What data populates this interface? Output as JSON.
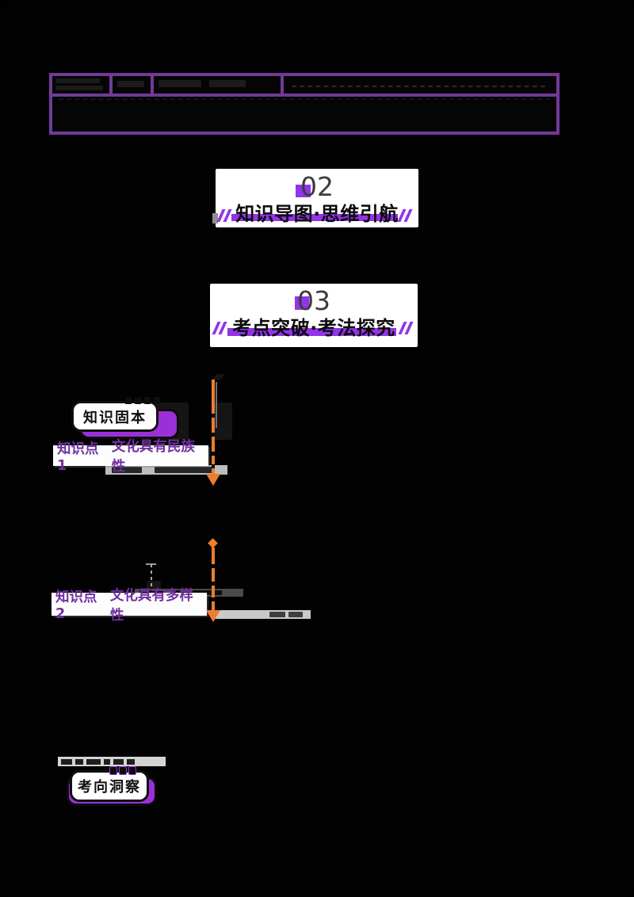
{
  "document": {
    "background": "#020202",
    "accent_purple": "#9333EA",
    "form_border_purple": "#713A97",
    "badge_purple": "#9B30D9",
    "knowledge_point_purple": "#7030A0",
    "arrow_orange": "#ED7D31"
  },
  "sections": {
    "s02": {
      "number": "02",
      "title": "知识导图·思维引航"
    },
    "s03": {
      "number": "03",
      "title": "考点突破·考法探究"
    }
  },
  "badges": {
    "knowledge_base": {
      "label": "知识固本"
    },
    "exam_insight": {
      "label": "考向洞察"
    }
  },
  "knowledge_points": [
    {
      "label": "知识点1",
      "title": "文化具有民族性"
    },
    {
      "label": "知识点2",
      "title": "文化具有多样性"
    }
  ]
}
